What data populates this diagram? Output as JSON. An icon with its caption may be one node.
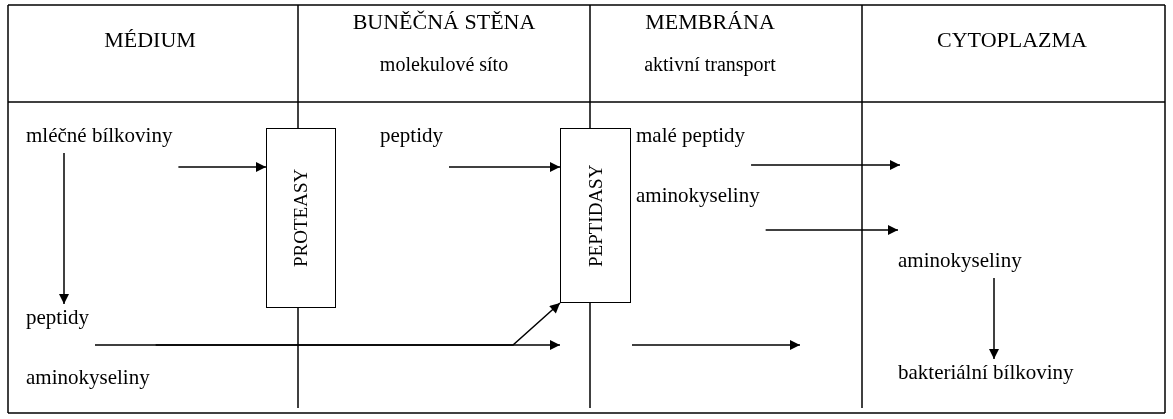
{
  "diagram": {
    "nodes": [
      {
        "text": [
          "mléčné bílkoviny"
        ]
      },
      {
        "text": [
          "PROTEASY"
        ]
      },
      {
        "text": [
          "peptidy"
        ]
      },
      {
        "text": [
          "PEPTIDASY"
        ]
      },
      {
        "text": [
          "malé peptidy"
        ]
      },
      {
        "text": [
          "aminokyseliny"
        ]
      },
      {
        "text": [
          "peptidy"
        ]
      },
      {
        "text": [
          "aminokyseliny"
        ]
      },
      {
        "text": [
          "aminokyseliny"
        ]
      },
      {
        "text": [
          "bakteriální bílkoviny"
        ]
      }
    ],
    "edges": [
      {
        "from": 0,
        "to": 6,
        "arrow": "to"
      },
      {
        "from": 0,
        "to": 1,
        "arrow": "to"
      },
      {
        "from": 2,
        "to": 3,
        "arrow": "to"
      },
      {
        "from": 4,
        "to": null,
        "arrow": "to"
      },
      {
        "from": 5,
        "to": 8,
        "arrow": "to"
      },
      {
        "from": 6,
        "to": 3,
        "arrow": "to"
      },
      {
        "from": 7,
        "to": null,
        "arrow": "to"
      },
      {
        "from": 8,
        "to": 9,
        "arrow": "to"
      }
    ],
    "labels": [
      "MÉDIUM",
      "BUNĚČNÁ STĚNA",
      "molekulové síto",
      "MEMBRÁNA",
      "aktivní transport",
      "CYTOPLAZMA"
    ]
  }
}
